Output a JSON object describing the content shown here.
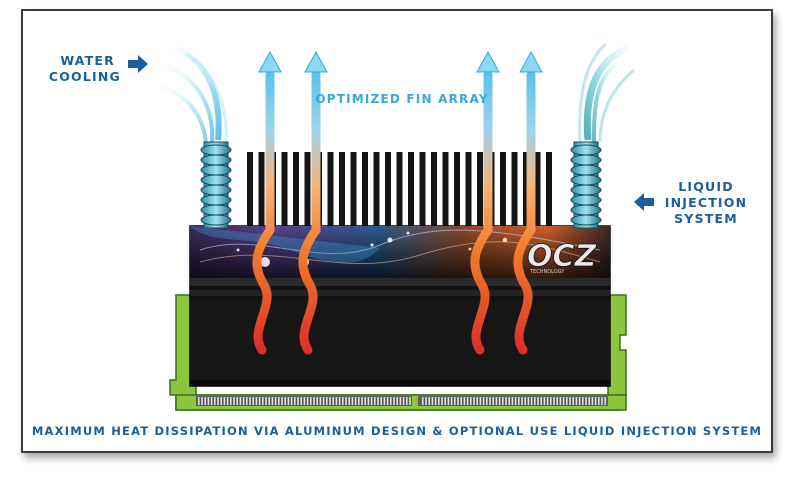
{
  "labels": {
    "water_cooling_line1": "WATER",
    "water_cooling_line2": "COOLING",
    "fin_array": "OPTIMIZED FIN ARRAY",
    "liquid_line1": "LIQUID",
    "liquid_line2": "INJECTION",
    "liquid_line3": "SYSTEM",
    "caption": "MAXIMUM HEAT DISSIPATION VIA ALUMINUM DESIGN & OPTIONAL USE LIQUID INJECTION SYSTEM"
  },
  "logo": {
    "brand": "OCZ",
    "sub": "TECHNOLOGY"
  },
  "colors": {
    "label_blue": "#1b5e9e",
    "airflow_blue": "#5cc2ea",
    "heat_orange": "#f07a2a",
    "heat_red": "#d9302a",
    "pcb_green": "#8cc63f",
    "fin_black": "#151515",
    "gold_pins": "#bfa34a"
  },
  "icons": {
    "water_arrow": "arrow-right-icon",
    "liquid_arrow": "arrow-left-icon"
  }
}
